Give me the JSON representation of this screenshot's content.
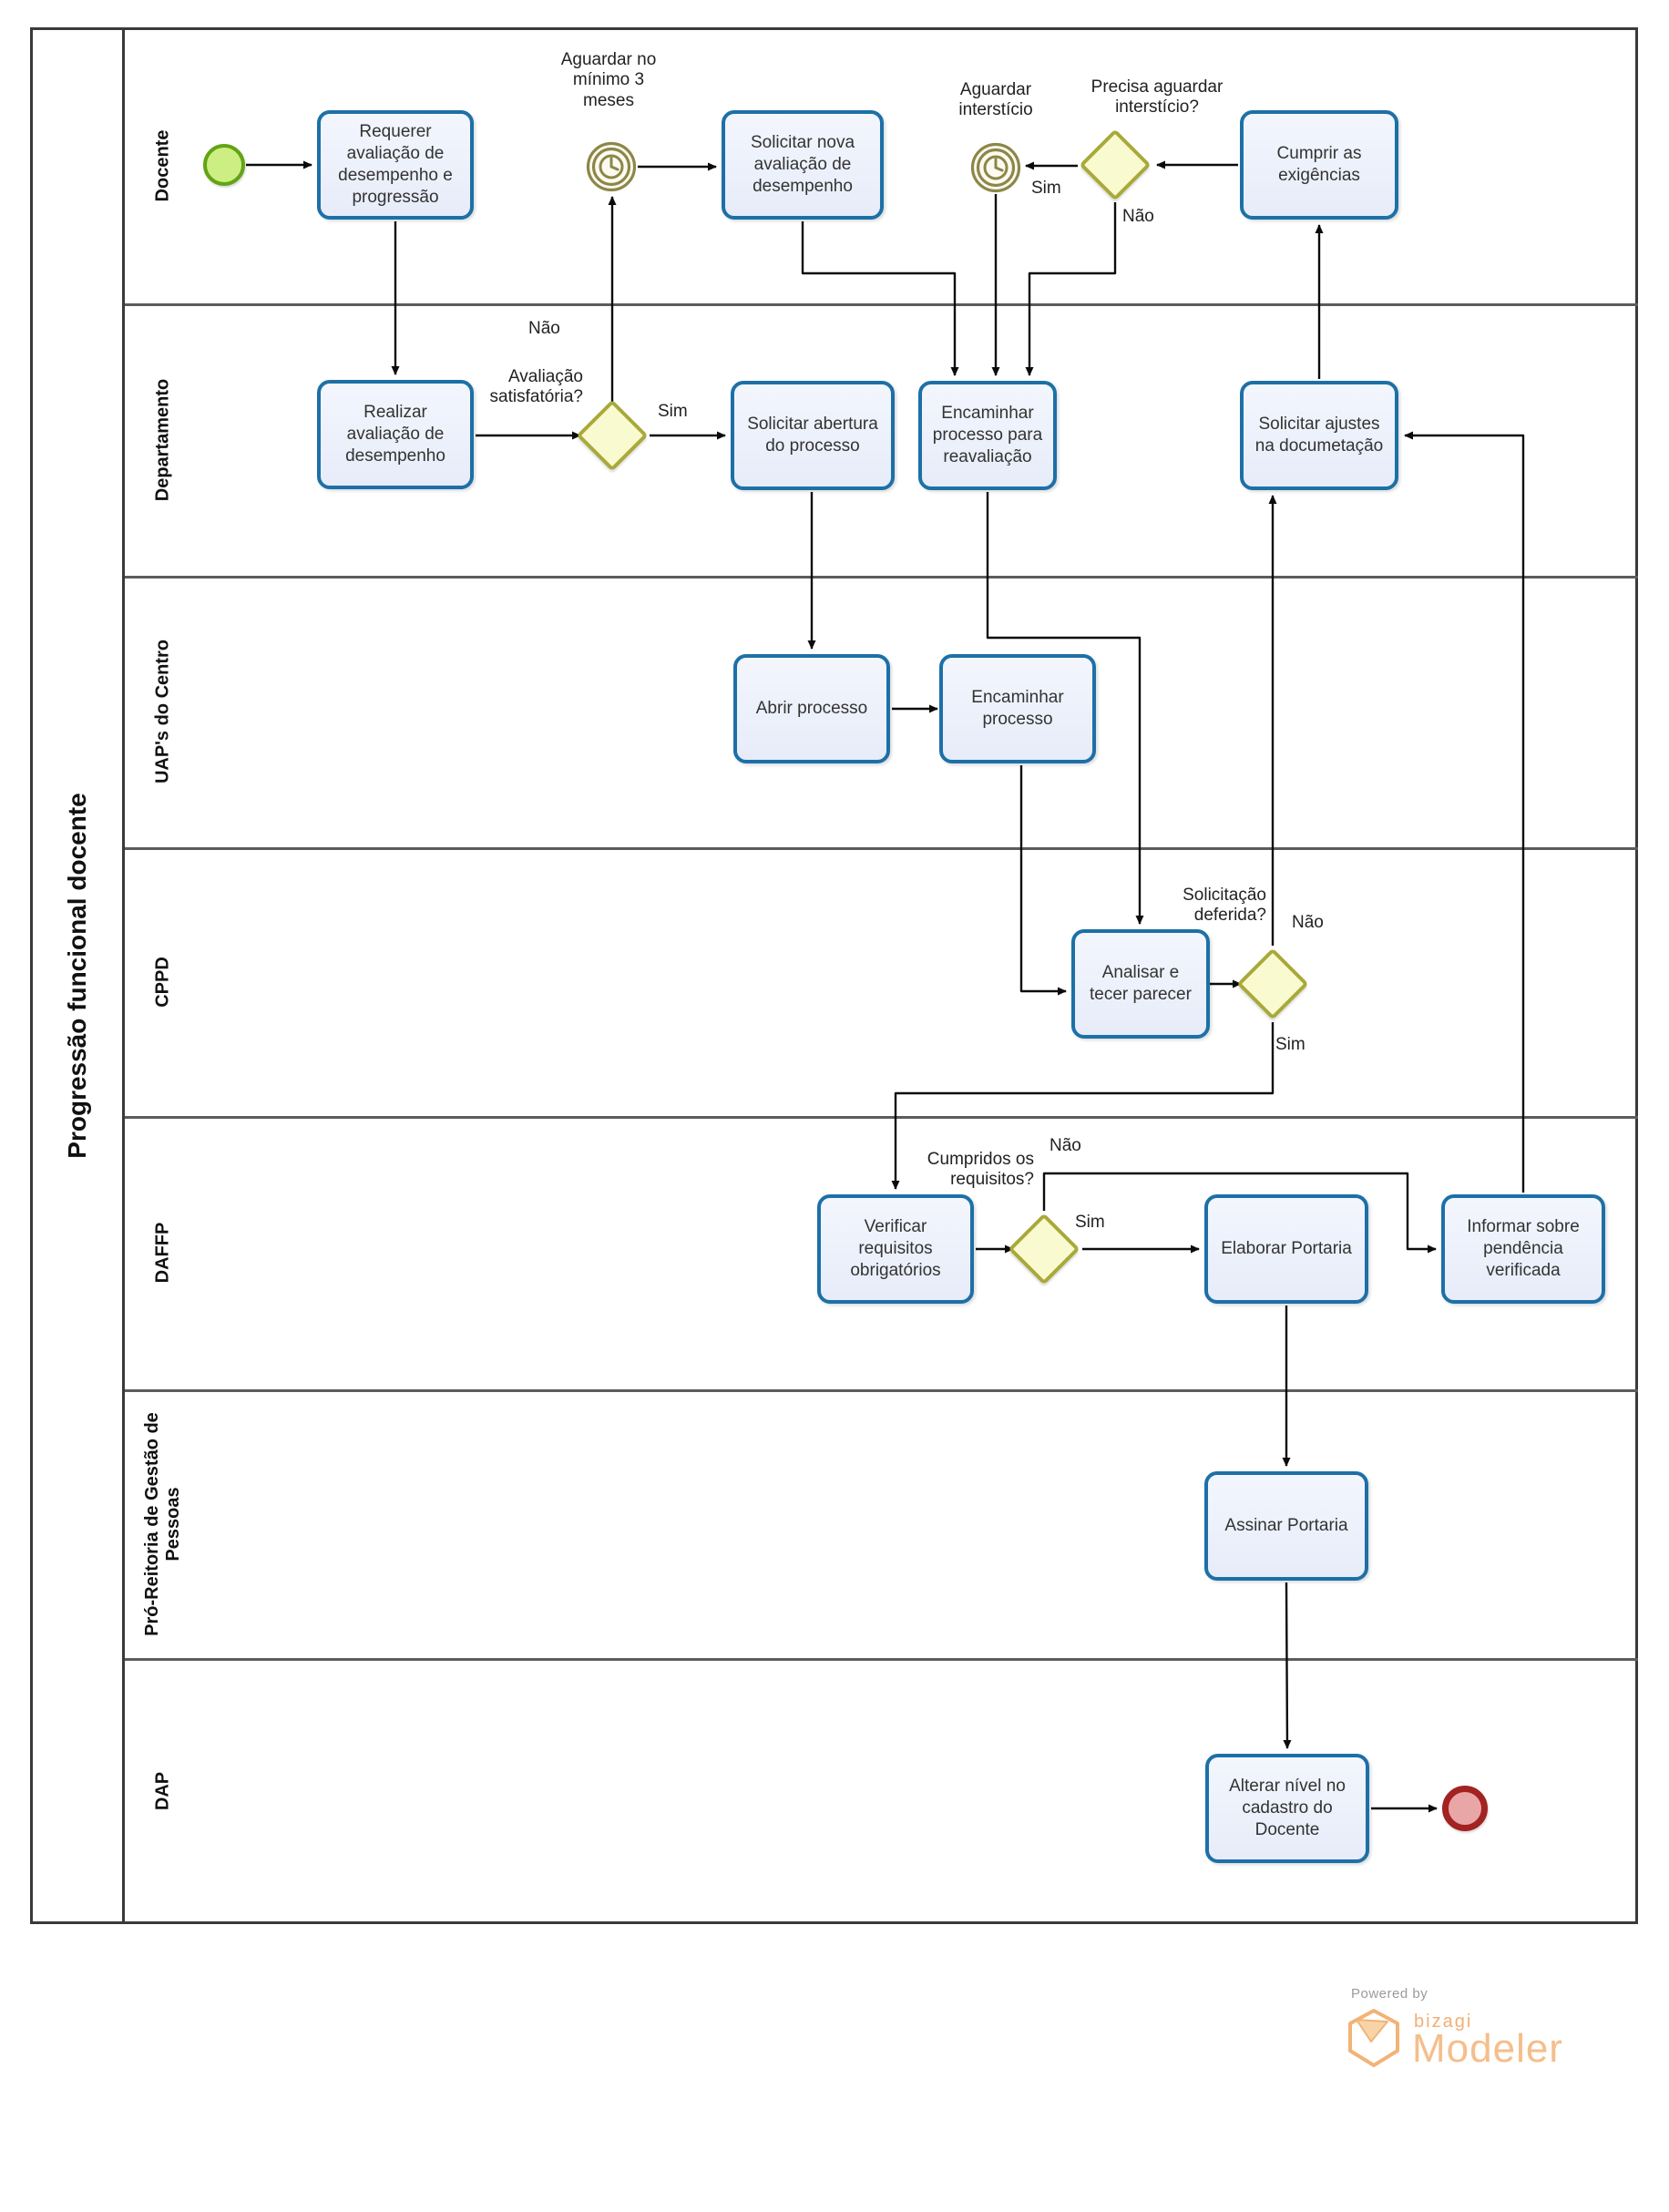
{
  "title": "Progressão funcional docente",
  "lanes": [
    {
      "label": "Docente"
    },
    {
      "label": "Departamento"
    },
    {
      "label": "UAP's do Centro"
    },
    {
      "label": "CPPD"
    },
    {
      "label": "DAFFP"
    },
    {
      "label": "Pró-Reitoria de Gestão de Pessoas"
    },
    {
      "label": "DAP"
    }
  ],
  "nodes": {
    "requerer": {
      "label": "Requerer avaliação de desempenho e progressão"
    },
    "solicitar_nova": {
      "label": "Solicitar nova avaliação de desempenho"
    },
    "cumprir": {
      "label": "Cumprir as exigências"
    },
    "realizar": {
      "label": "Realizar avaliação de desempenho"
    },
    "abertura": {
      "label": "Solicitar abertura do processo"
    },
    "encaminhar_reav": {
      "label": "Encaminhar processo para reavaliação"
    },
    "ajustes": {
      "label": "Solicitar ajustes na documetação"
    },
    "abrir": {
      "label": "Abrir processo"
    },
    "encaminhar_proc": {
      "label": "Encaminhar processo"
    },
    "analisar": {
      "label": "Analisar e tecer parecer"
    },
    "verificar": {
      "label": "Verificar requisitos obrigatórios"
    },
    "elaborar": {
      "label": "Elaborar Portaria"
    },
    "informar": {
      "label": "Informar sobre pendência verificada"
    },
    "assinar": {
      "label": "Assinar Portaria"
    },
    "alterar": {
      "label": "Alterar nível no cadastro do Docente"
    }
  },
  "events": {
    "timer_minimo": {
      "label": "Aguardar no\nmínimo 3\nmeses"
    },
    "timer_intersticio": {
      "label": "Aguardar\ninterstício"
    }
  },
  "gateways": {
    "precisa": {
      "label": "Precisa aguardar\ninterstício?",
      "yes": "Sim",
      "no": "Não"
    },
    "avaliacao": {
      "label": "Avaliação\nsatisfatória?",
      "yes": "Sim",
      "no": "Não"
    },
    "deferida": {
      "label": "Solicitação\ndeferida?",
      "yes": "Sim",
      "no": "Não"
    },
    "cumpridos": {
      "label": "Cumpridos os\nrequisitos?",
      "yes": "Sim",
      "no": "Não"
    }
  },
  "logo": {
    "powered_by": "Powered by",
    "brand": "bizagi",
    "product": "Modeler"
  },
  "colors": {
    "task_border": "#1D70A7",
    "task_fill": "#E9EDFA",
    "gateway_border": "#A9A93A",
    "gateway_fill": "#FAFAD0",
    "timer": "#8C8748",
    "start_border": "#61A514",
    "start_fill": "#CDEE82",
    "end_border": "#A32222",
    "end_fill": "#E9A6A6",
    "connector": "#0b0b0b",
    "logo_orange": "#F5BE8B"
  }
}
